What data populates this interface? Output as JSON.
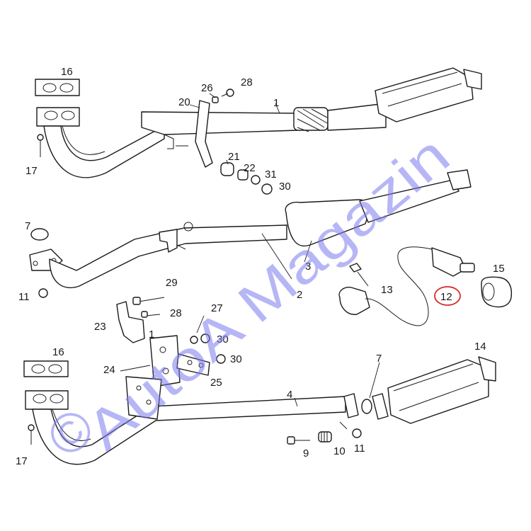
{
  "labels": {
    "l1": "1",
    "l2": "2",
    "l3": "3",
    "l4": "4",
    "l7a": "7",
    "l7b": "7",
    "l9": "9",
    "l10": "10",
    "l11a": "11",
    "l11b": "11",
    "l12": "12",
    "l13": "13",
    "l14": "14",
    "l15": "15",
    "l16a": "16",
    "l16b": "16",
    "l17a": "17",
    "l17b": "17",
    "l20": "20",
    "l21a": "21",
    "l21b": "1",
    "l22": "22",
    "l23": "23",
    "l24": "24",
    "l25": "25",
    "l26": "26",
    "l27": "27",
    "l28a": "28",
    "l28b": "28",
    "l29": "29",
    "l30a": "30",
    "l30b": "30",
    "l30c": "30",
    "l31": "31"
  },
  "watermark": {
    "brand": "AutoA Magazin",
    "copyright": "©",
    "brand_color": "#7b7bf0",
    "accent_color": "#e65a5a"
  },
  "highlight": {
    "part": "12",
    "color": "#d42b2b"
  }
}
